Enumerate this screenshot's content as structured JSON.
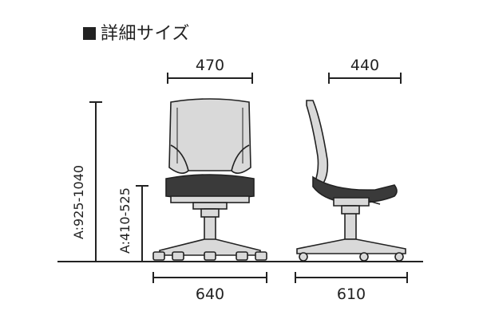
{
  "heading": {
    "marker_icon": "black-square-icon",
    "title": "詳細サイズ"
  },
  "dimensions": {
    "front_width": "470",
    "side_depth": "440",
    "base_width": "640",
    "base_depth": "610",
    "overall_height": "A:925-1040",
    "seat_height": "A:410-525"
  },
  "colors": {
    "line": "#222222",
    "chair_gray": "#d9d9d9",
    "seat_dark": "#3a3a3a"
  }
}
